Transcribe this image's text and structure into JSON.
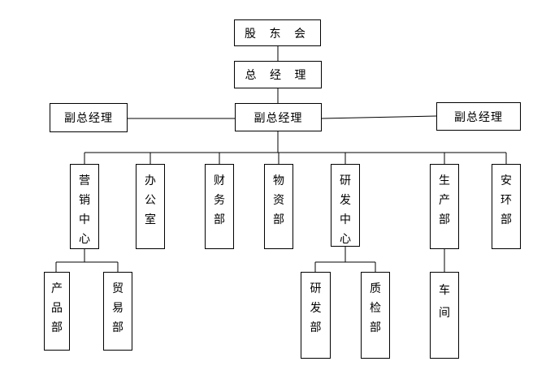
{
  "nodes": {
    "shareholders": "股 东 会",
    "gm": "总 经 理",
    "vgm_center": "副总经理",
    "vgm_left": "副总经理",
    "vgm_right": "副总经理",
    "marketing": "营销中心",
    "office": "办公室",
    "finance": "财务部",
    "materials": "物资部",
    "rnd_center": "研发中心",
    "production": "生产部",
    "safety_env": "安环部",
    "product_dept": "产品部",
    "trade_dept": "贸易部",
    "rnd_dept": "研发部",
    "qc_dept": "质检部",
    "workshop": "车间"
  }
}
